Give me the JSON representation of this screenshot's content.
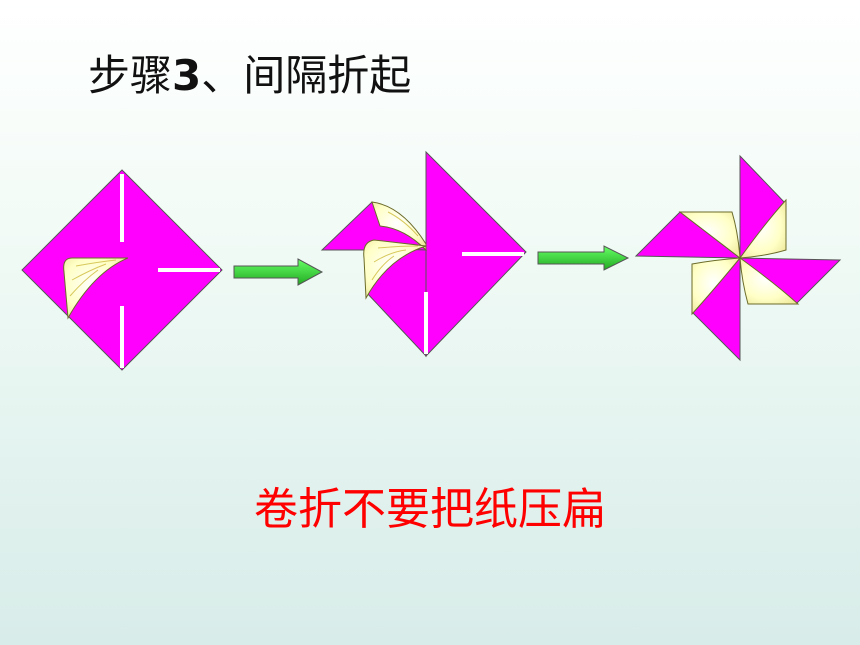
{
  "slide": {
    "title_prefix": "步骤",
    "title_number": "3",
    "title_suffix": "、间隔折起",
    "caption": "卷折不要把纸压扁"
  },
  "colors": {
    "paper": "#ff00ff",
    "fold": "#ffffc6",
    "fold_line": "#d7c85a",
    "arrow": "#33cc33",
    "caption": "#ff0000",
    "title": "#111111"
  },
  "diagram": {
    "stages": [
      {
        "name": "initial-square"
      },
      {
        "name": "partially-folded"
      },
      {
        "name": "pinwheel"
      }
    ],
    "arrow_count": 2
  }
}
